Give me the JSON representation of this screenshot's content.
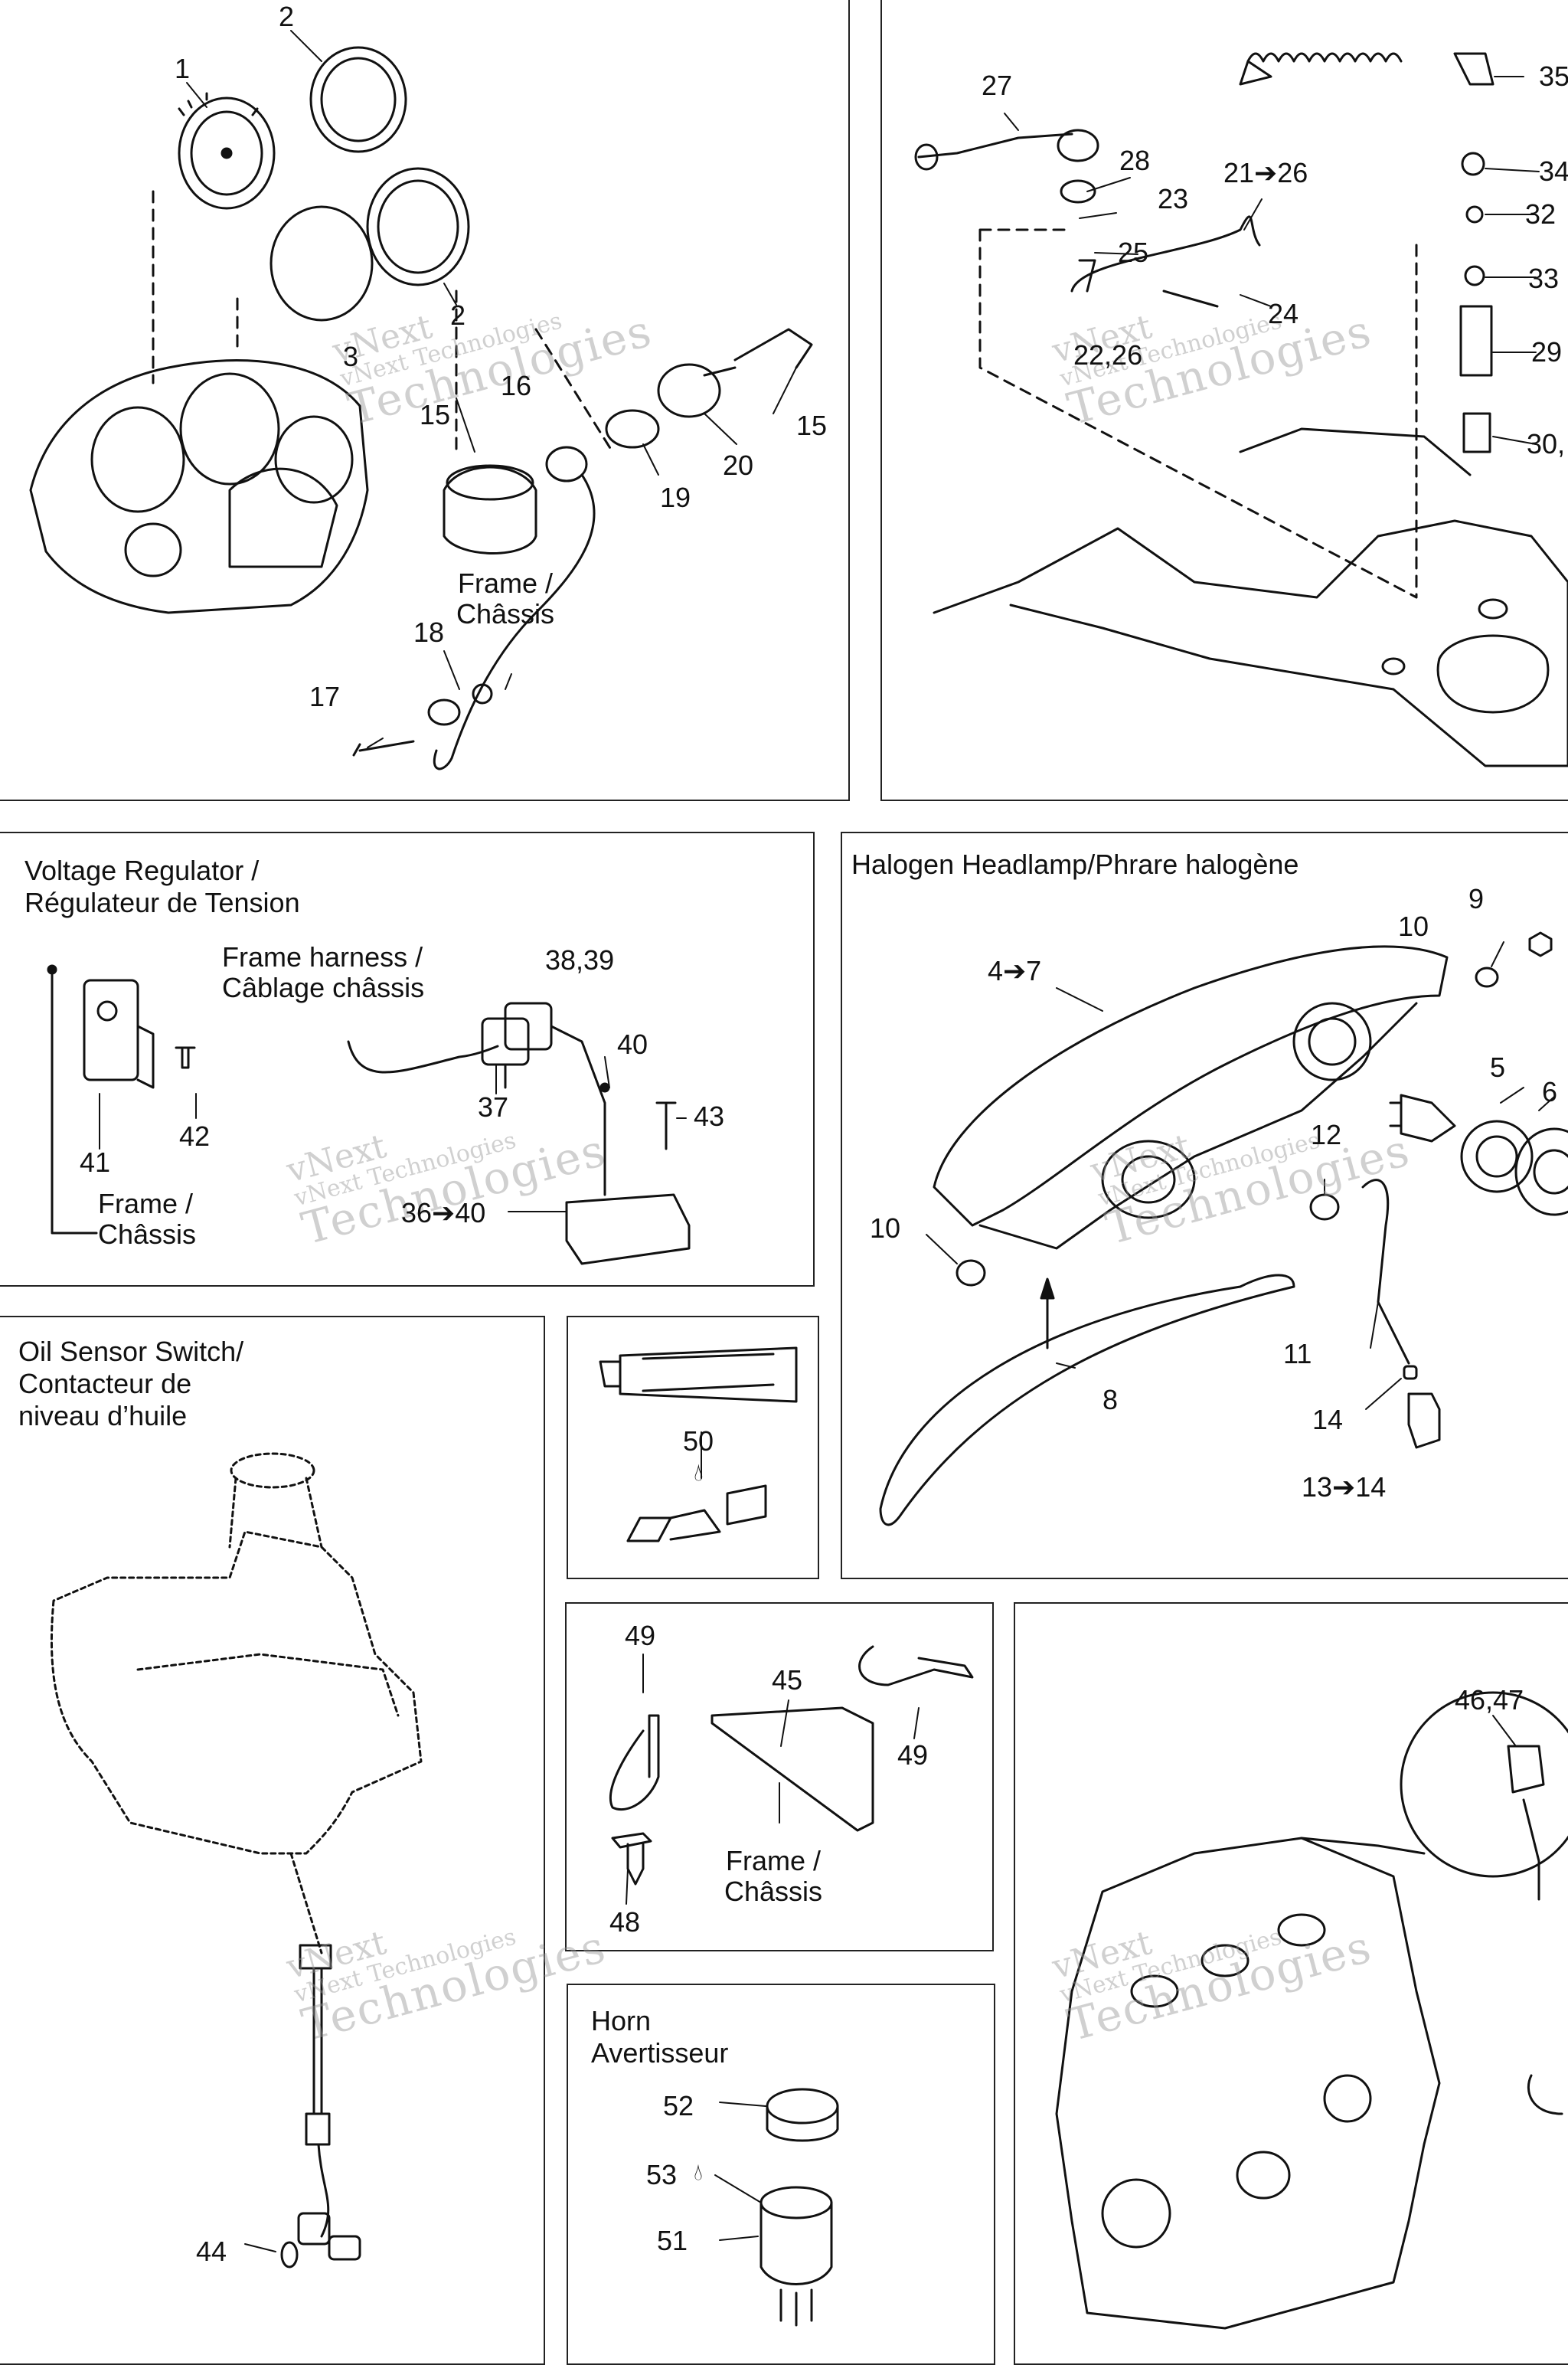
{
  "panels": {
    "voltage_regulator": {
      "title": "Voltage Regulator /\nRégulateur de Tension"
    },
    "headlamp": {
      "title": "Halogen Headlamp/Phrare halogène"
    },
    "oil_sensor": {
      "title": "Oil Sensor Switch/\nContacteur de\nniveau d’huile"
    },
    "horn": {
      "title": "Horn\nAvertisseur"
    }
  },
  "callouts": {
    "gauge": {
      "c1": "1",
      "c2a": "2",
      "c2b": "2",
      "c3": "3",
      "c15a": "15",
      "c15b": "15",
      "c16": "16",
      "c17": "17",
      "c18": "18",
      "c19": "19",
      "c20": "20",
      "frame": "Frame /\nChâssis"
    },
    "console": {
      "c27": "27",
      "c28": "28",
      "c23": "23",
      "c25": "25",
      "c21_26": "21➔26",
      "c24": "24",
      "c22_26": "22,26",
      "c35": "35",
      "c34": "34",
      "c32": "32",
      "c33": "33",
      "c29": "29",
      "c30": "30,"
    },
    "regulator": {
      "harness": "Frame harness /\nCâblage châssis",
      "c38_39": "38,39",
      "c40": "40",
      "c37": "37",
      "c43": "43",
      "c42": "42",
      "c41": "41",
      "frame": "Frame /\nChâssis",
      "c36_40": "36➔40"
    },
    "headlamp": {
      "c9": "9",
      "c10a": "10",
      "c4_7": "4➔7",
      "c5": "5",
      "c6": "6",
      "c12": "12",
      "c10b": "10",
      "c11": "11",
      "c8": "8",
      "c14": "14",
      "c13_14": "13➔14"
    },
    "oil": {
      "c44": "44"
    },
    "grease": {
      "c50": "50"
    },
    "ties": {
      "c49a": "49",
      "c45": "45",
      "c49b": "49",
      "c48": "48",
      "frame": "Frame /\nChâssis"
    },
    "horn": {
      "c52": "52",
      "c53": "53",
      "c51": "51"
    },
    "engine": {
      "c46_47": "46,47"
    }
  },
  "watermark": {
    "line1": "vNext",
    "line2": "vNext Technologies",
    "line3": "Technologies"
  },
  "icons": {
    "drop": "drop-icon",
    "arrow": "arrow-right-icon"
  }
}
